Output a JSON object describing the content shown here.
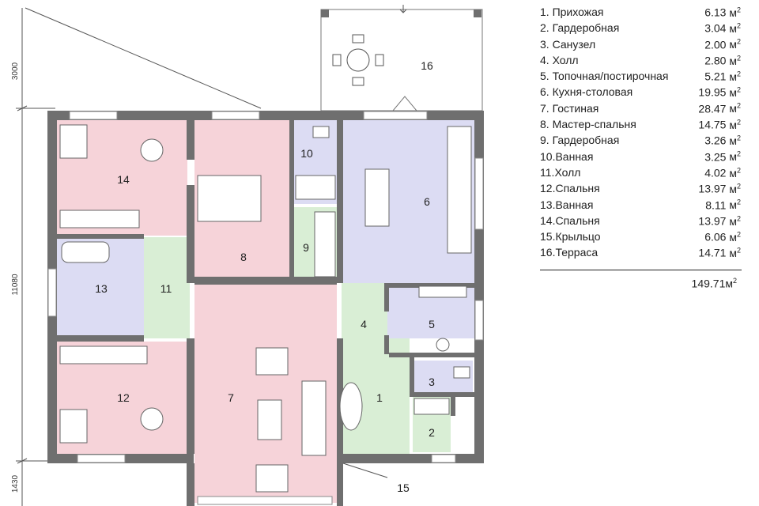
{
  "dimensions": {
    "top": "3000",
    "middle": "11080",
    "bottom": "1430"
  },
  "area_unit": "м",
  "area_unit_exp": "2",
  "rooms": [
    {
      "num": "1",
      "idx": "1.",
      "name": "Прихожая",
      "area": "6.13"
    },
    {
      "num": "2",
      "idx": "2.",
      "name": "Гардеробная",
      "area": "3.04"
    },
    {
      "num": "3",
      "idx": "3.",
      "name": "Санузел",
      "area": "2.00"
    },
    {
      "num": "4",
      "idx": "4.",
      "name": "Холл",
      "area": "2.80"
    },
    {
      "num": "5",
      "idx": "5.",
      "name": "Топочная/постирочная",
      "area": "5.21"
    },
    {
      "num": "6",
      "idx": "6.",
      "name": "Кухня-столовая",
      "area": "19.95"
    },
    {
      "num": "7",
      "idx": "7.",
      "name": "Гостиная",
      "area": "28.47"
    },
    {
      "num": "8",
      "idx": "8.",
      "name": "Мастер-спальня",
      "area": "14.75"
    },
    {
      "num": "9",
      "idx": "9.",
      "name": "Гардеробная",
      "area": "3.26"
    },
    {
      "num": "10",
      "idx": "10.",
      "name": "Ванная",
      "area": "3.25"
    },
    {
      "num": "11",
      "idx": "11.",
      "name": "Холл",
      "area": "4.02"
    },
    {
      "num": "12",
      "idx": "12.",
      "name": "Спальня",
      "area": "13.97"
    },
    {
      "num": "13",
      "idx": "13.",
      "name": "Ванная",
      "area": "8.11"
    },
    {
      "num": "14",
      "idx": "14.",
      "name": "Спальня",
      "area": "13.97"
    },
    {
      "num": "15",
      "idx": "15.",
      "name": "Крыльцо",
      "area": "6.06"
    },
    {
      "num": "16",
      "idx": "16.",
      "name": "Терраса",
      "area": "14.71"
    }
  ],
  "total_area": "149.71",
  "colors": {
    "wall": "#6f6f6f",
    "bedroom": "#f6d3d9",
    "wet": "#dcdcf3",
    "hall": "#d9eed5",
    "kitchen": "#dcdcf3"
  }
}
